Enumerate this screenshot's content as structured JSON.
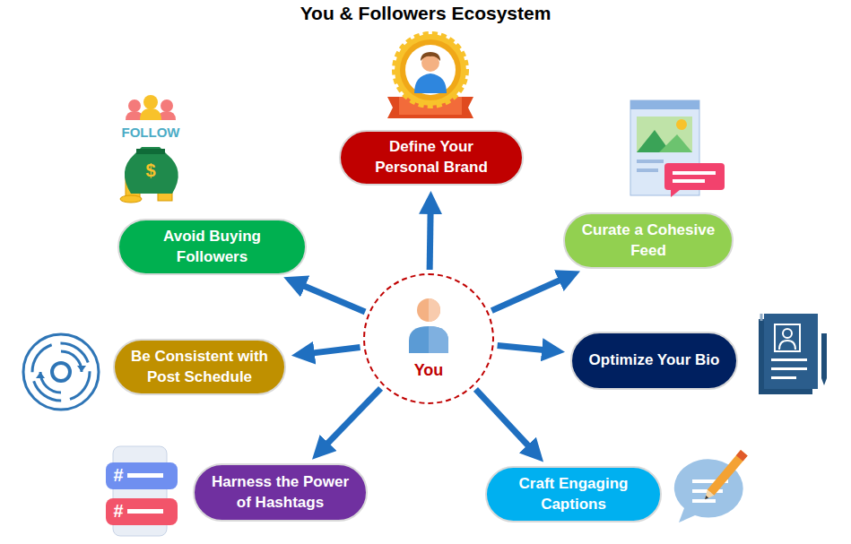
{
  "diagram": {
    "title": "You & Followers Ecosystem",
    "nodes": [
      {
        "text": [
          "Define Your Personal Brand"
        ]
      },
      {
        "text": [
          "Avoid Buying Followers"
        ]
      },
      {
        "text": [
          "Curate a Cohesive Feed"
        ]
      },
      {
        "text": [
          "Be Consistent with Post Schedule"
        ]
      },
      {
        "text": [
          "You"
        ]
      },
      {
        "text": [
          "Optimize Your Bio"
        ]
      },
      {
        "text": [
          "Harness the Power of Hashtags"
        ]
      },
      {
        "text": [
          "Craft Engaging Captions"
        ]
      }
    ],
    "edges": [
      {
        "from": 4,
        "to": 0,
        "arrow": "to"
      },
      {
        "from": 4,
        "to": 2,
        "arrow": "to"
      },
      {
        "from": 4,
        "to": 5,
        "arrow": "to"
      },
      {
        "from": 4,
        "to": 7,
        "arrow": "to"
      },
      {
        "from": 4,
        "to": 6,
        "arrow": "to"
      },
      {
        "from": 4,
        "to": 3,
        "arrow": "to"
      },
      {
        "from": 4,
        "to": 1,
        "arrow": "to"
      }
    ],
    "labels": [
      "FOLLOW",
      "$",
      "#",
      "#"
    ]
  }
}
